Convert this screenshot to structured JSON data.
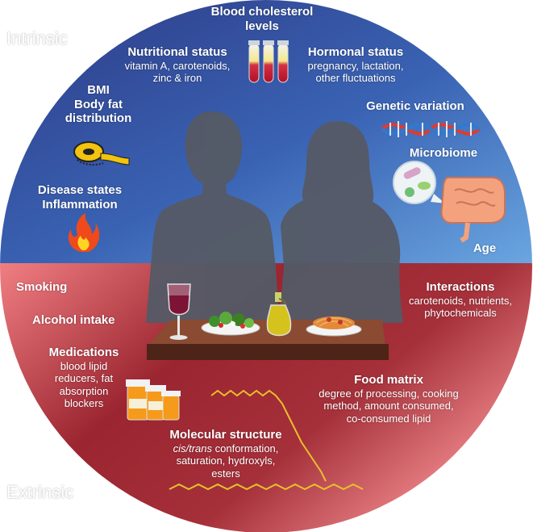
{
  "corners": {
    "intrinsic": "Intrinsic",
    "extrinsic": "Extrinsic"
  },
  "intrinsic": {
    "blood_cholesterol": "Blood cholesterol levels",
    "nutritional_status": {
      "title": "Nutritional status",
      "line1": "vitamin A, carotenoids,",
      "line2": "zinc & iron"
    },
    "hormonal_status": {
      "title": "Hormonal status",
      "line1": "pregnancy, lactation,",
      "line2": "other fluctuations"
    },
    "bmi": {
      "line1": "BMI",
      "line2": "Body fat",
      "line3": "distribution"
    },
    "genetic_variation": "Genetic variation",
    "microbiome": "Microbiome",
    "disease": {
      "line1": "Disease states",
      "line2": "Inflammation"
    },
    "age": "Age"
  },
  "extrinsic": {
    "smoking": "Smoking",
    "alcohol": "Alcohol intake",
    "medications": {
      "title": "Medications",
      "line1": "blood lipid",
      "line2": "reducers, fat",
      "line3": "absorption",
      "line4": "blockers"
    },
    "interactions": {
      "title": "Interactions",
      "line1": "carotenoids, nutrients,",
      "line2": "phytochemicals"
    },
    "food_matrix": {
      "title": "Food matrix",
      "line1": "degree of processing, cooking",
      "line2": "method, amount consumed,",
      "line3": "co-consumed lipid"
    },
    "molecular_structure": {
      "title": "Molecular structure",
      "line1_italic": "cis/trans",
      "line1_rest": " conformation,",
      "line2": "saturation, hydroxyls,",
      "line3": "esters"
    }
  },
  "colors": {
    "intrinsic_top": "#2f3f8f",
    "intrinsic_bottom": "#5b9ad8",
    "extrinsic_dark": "#7a1620",
    "extrinsic_light": "#ea7b7f",
    "silhouette": "#555a66",
    "table": "#6b3a28"
  },
  "icons": [
    "test-tubes-icon",
    "tape-measure-icon",
    "fire-icon",
    "dna-icon",
    "bacteria-icon",
    "intestine-icon",
    "wine-glass-icon",
    "salad-icon",
    "olive-oil-icon",
    "pasta-icon",
    "pill-bottles-icon",
    "molecule-icon"
  ]
}
